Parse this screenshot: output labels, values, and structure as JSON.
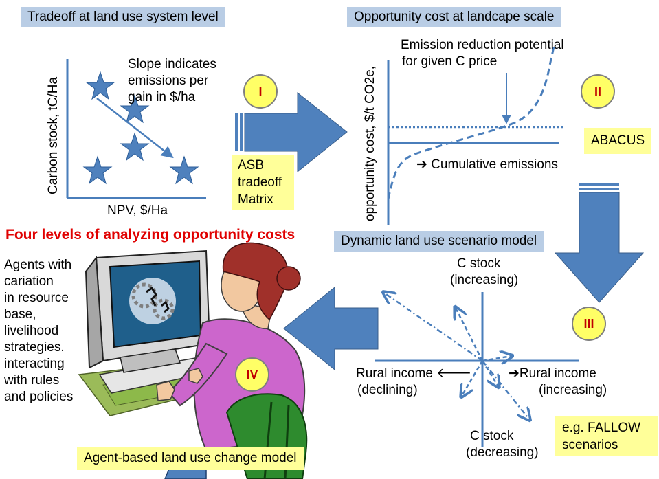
{
  "panel_I": {
    "header": "Tradeoff at land use system level",
    "y_axis_label": "Carbon stock, tC/Ha",
    "x_axis_label": "NPV, $/Ha",
    "note": [
      "Slope indicates",
      "emissions per",
      "gain in $/ha"
    ],
    "badge": "I",
    "tag": [
      "ASB",
      "tradeoff",
      "Matrix"
    ]
  },
  "panel_II": {
    "header": "Opportunity cost at landcape scale",
    "y_axis_label": "opportunity cost, $/t CO2e,",
    "annotation": [
      "Emission reduction potential",
      "for given C price"
    ],
    "x_note": "Cumulative emissions",
    "badge": "II",
    "tag": "ABACUS"
  },
  "panel_III": {
    "header": "Dynamic land use scenario model",
    "top_label": [
      "C stock",
      "(increasing)"
    ],
    "bottom_label": [
      "C stock",
      "(decreasing)"
    ],
    "left_label": [
      "Rural income",
      "(declining)"
    ],
    "right_label": [
      "Rural income",
      "(increasing)"
    ],
    "badge": "III",
    "tag": [
      "e.g. FALLOW",
      "scenarios"
    ]
  },
  "panel_IV": {
    "title": "Four levels of analyzing opportunity costs",
    "description": [
      "Agents with",
      "cariation",
      "in resource",
      "base,",
      "livelihood",
      "strategies.",
      "interacting",
      "with rules",
      "and policies"
    ],
    "badge": "IV",
    "tag": "Agent-based land use change model"
  },
  "colors": {
    "arrow_blue": "#4f81bd",
    "line_blue": "#4a7ebb",
    "header_blue": "#b9cde5",
    "tag_yellow": "#ffff99",
    "badge_yellow": "#ffff66",
    "title_red": "#e00000"
  }
}
